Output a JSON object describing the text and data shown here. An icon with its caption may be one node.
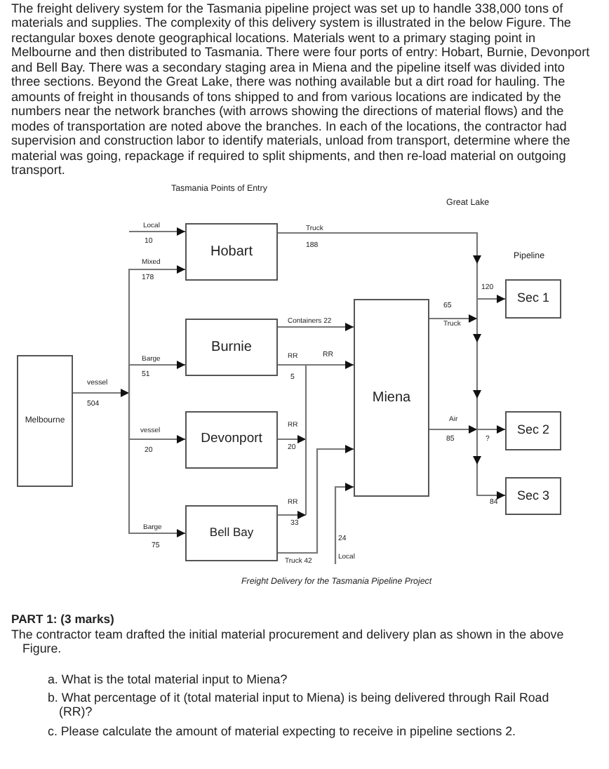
{
  "diagram": {
    "caption": "Freight Delivery for the Tasmania Pipeline Project",
    "nodes": [
      {
        "text": [
          "Hobart"
        ]
      },
      {
        "text": [
          "Burnie"
        ]
      },
      {
        "text": [
          "Devonport"
        ]
      },
      {
        "text": [
          "Bell Bay"
        ]
      },
      {
        "text": [
          "Melbourne"
        ]
      },
      {
        "text": [
          "Miena"
        ]
      },
      {
        "text": [
          "Sec 1"
        ]
      },
      {
        "text": [
          "Sec 2"
        ]
      },
      {
        "text": [
          "Sec 3"
        ]
      }
    ],
    "edges": [
      {
        "from": null,
        "to": 0,
        "arrow": "to",
        "label": "Local"
      },
      {
        "from": 4,
        "to": 0,
        "arrow": "to",
        "label": "Mixed"
      },
      {
        "from": 4,
        "to": 1,
        "arrow": "to",
        "label": "Barge"
      },
      {
        "from": 4,
        "to": 2,
        "arrow": "to",
        "label": "vessel"
      },
      {
        "from": 4,
        "to": 3,
        "arrow": "to",
        "label": "Barge"
      },
      {
        "from": 1,
        "to": 5,
        "arrow": "to",
        "label": "Containers 22"
      },
      {
        "from": 1,
        "to": 5,
        "arrow": "to",
        "label": "RR"
      },
      {
        "from": 2,
        "to": 5,
        "arrow": "to",
        "label": "RR"
      },
      {
        "from": 3,
        "to": 5,
        "arrow": "to",
        "label": "RR"
      },
      {
        "from": 3,
        "to": 5,
        "arrow": "to",
        "label": "Truck 42"
      },
      {
        "from": null,
        "to": 5,
        "arrow": "to",
        "label": "Local"
      },
      {
        "from": 0,
        "to": 6,
        "arrow": "to",
        "label": "Truck"
      },
      {
        "from": 0,
        "to": 7,
        "arrow": "to"
      },
      {
        "from": 0,
        "to": 8,
        "arrow": "to"
      },
      {
        "from": 5,
        "to": 7,
        "arrow": "to",
        "label": "Truck"
      },
      {
        "from": 5,
        "to": 8,
        "arrow": "to"
      },
      {
        "from": 5,
        "to": 7,
        "arrow": "to",
        "label": "Air"
      },
      {
        "from": 5,
        "to": 8,
        "arrow": "to"
      }
    ],
    "labels": [
      "The freight delivery system for the Tasmania pipeline project was set up to handle 338,000 tons of materials and supplies. The complexity of this delivery system is illustrated in the below Figure. The rectangular boxes denote geographical locations. Materials went to a primary staging point in Melbourne and then distributed to Tasmania. There were four ports of entry: Hobart, Burnie, Devonport and Bell Bay. There was a secondary staging area in Miena and the pipeline itself was divided into three sections. Beyond the Great Lake, there was nothing available but a dirt road for hauling. The amounts of freight in thousands of tons shipped to and from various locations are indicated by the numbers near the network branches (with arrows showing the directions of material flows) and the modes of transportation are noted above the branches. In each of the locations, the contractor had supervision and construction labor to identify materials, unload from transport, determine where the material was going, repackage if required to split shipments, and then re-load material on outgoing transport.",
      "Tasmania Points of Entry",
      "Great Lake",
      "Pipeline",
      "10",
      "188",
      "178",
      "120",
      "65",
      "RR",
      "5",
      "vessel",
      "51",
      "504",
      "20",
      "20",
      "85",
      "?",
      "84",
      "33",
      "75",
      "24",
      "PART 1: (3 marks)",
      "The contractor team drafted the initial material procurement and delivery plan as shown in the above Figure.",
      "a. What is the total material input to Miena?",
      "b. What percentage of it (total material input to Miena) is being delivered through Rail Road (RR)?",
      "c. Please calculate the amount of material expecting to receive in pipeline sections 2."
    ]
  }
}
